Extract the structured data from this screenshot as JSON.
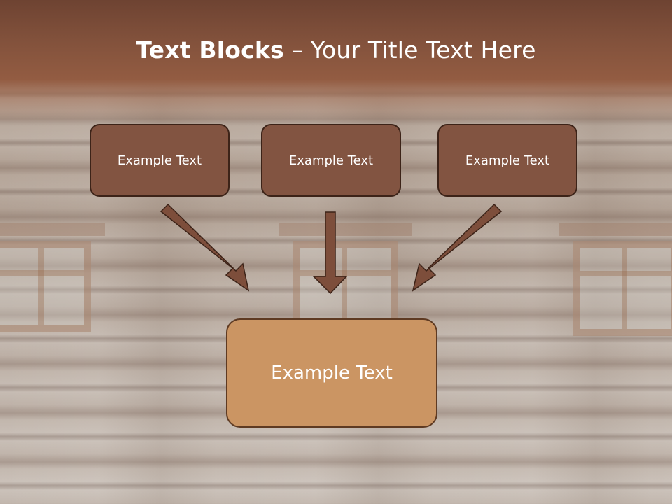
{
  "slide": {
    "title_bold": "Text Blocks",
    "title_dash": " – ",
    "title_rest": "Your Title Text Here"
  },
  "blocks": [
    {
      "label": "Example Text"
    },
    {
      "label": "Example Text"
    },
    {
      "label": "Example Text"
    }
  ],
  "target_block": {
    "label": "Example Text"
  },
  "colors": {
    "header": "#83523c",
    "block_fill": "#825441",
    "block_border": "#3c2318",
    "target_fill": "#cb9563",
    "arrow": "#7d4e3b"
  }
}
